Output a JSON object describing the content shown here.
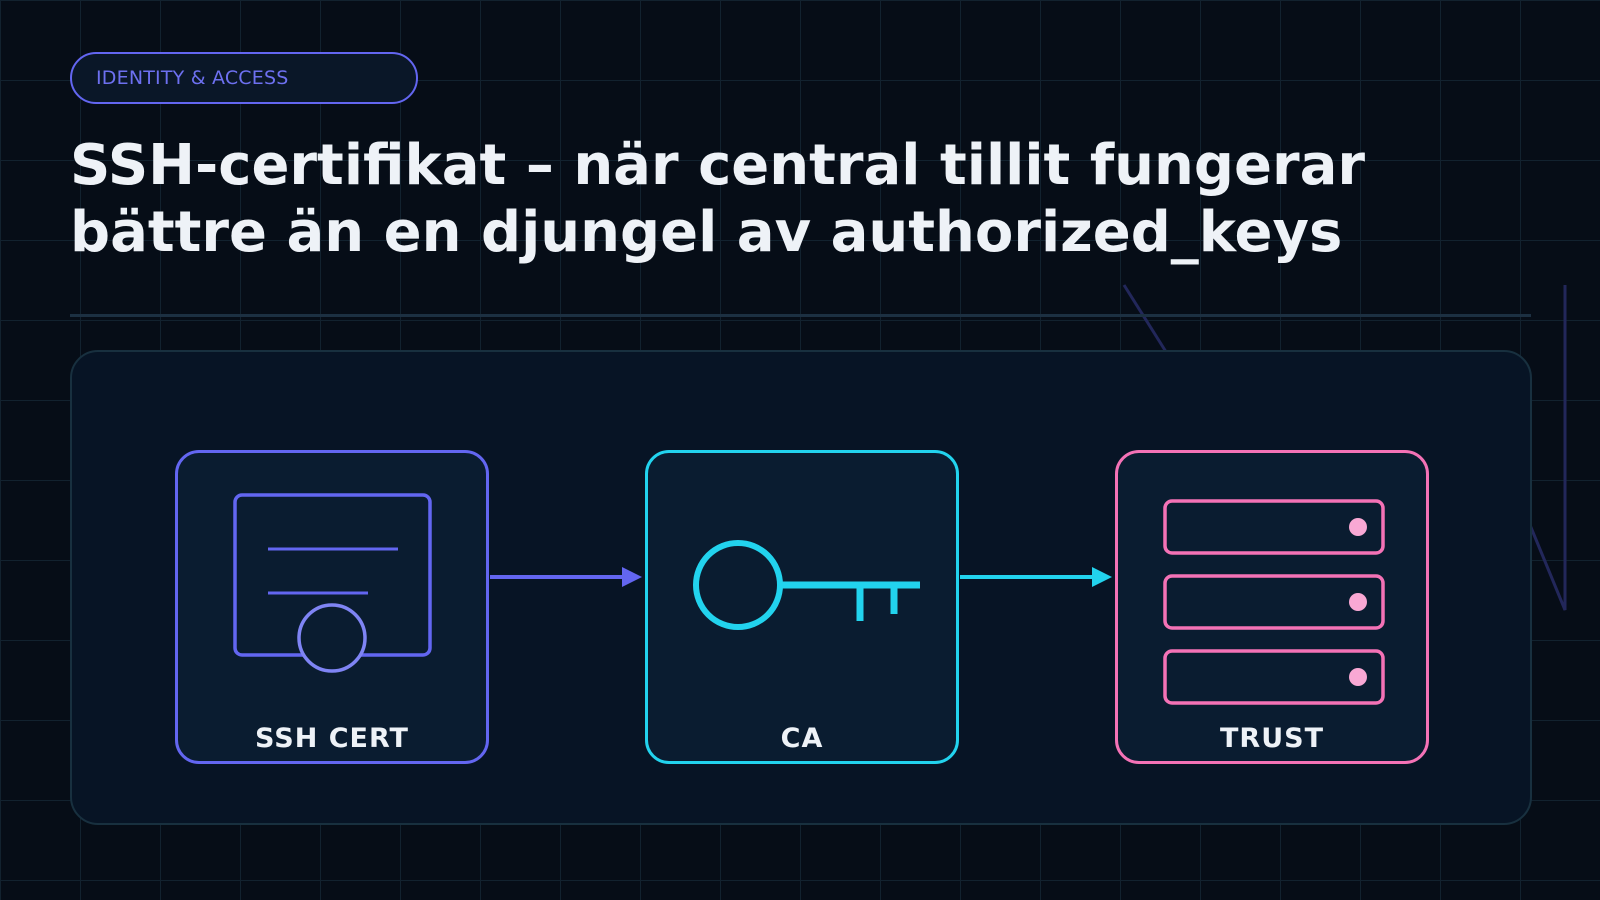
{
  "badge": {
    "label": "IDENTITY & ACCESS"
  },
  "title": {
    "line1": "SSH-certifikat – när central tillit fungerar",
    "line2": "bättre än en djungel av authorized_keys"
  },
  "diagram": {
    "nodes": [
      {
        "label": "SSH CERT",
        "icon": "certificate-icon",
        "color": "#6366f1"
      },
      {
        "label": "CA",
        "icon": "key-icon",
        "color": "#22d3ee"
      },
      {
        "label": "TRUST",
        "icon": "server-stack-icon",
        "color": "#f472b6"
      }
    ],
    "edges": [
      {
        "from": "SSH CERT",
        "to": "CA"
      },
      {
        "from": "CA",
        "to": "TRUST"
      }
    ]
  }
}
